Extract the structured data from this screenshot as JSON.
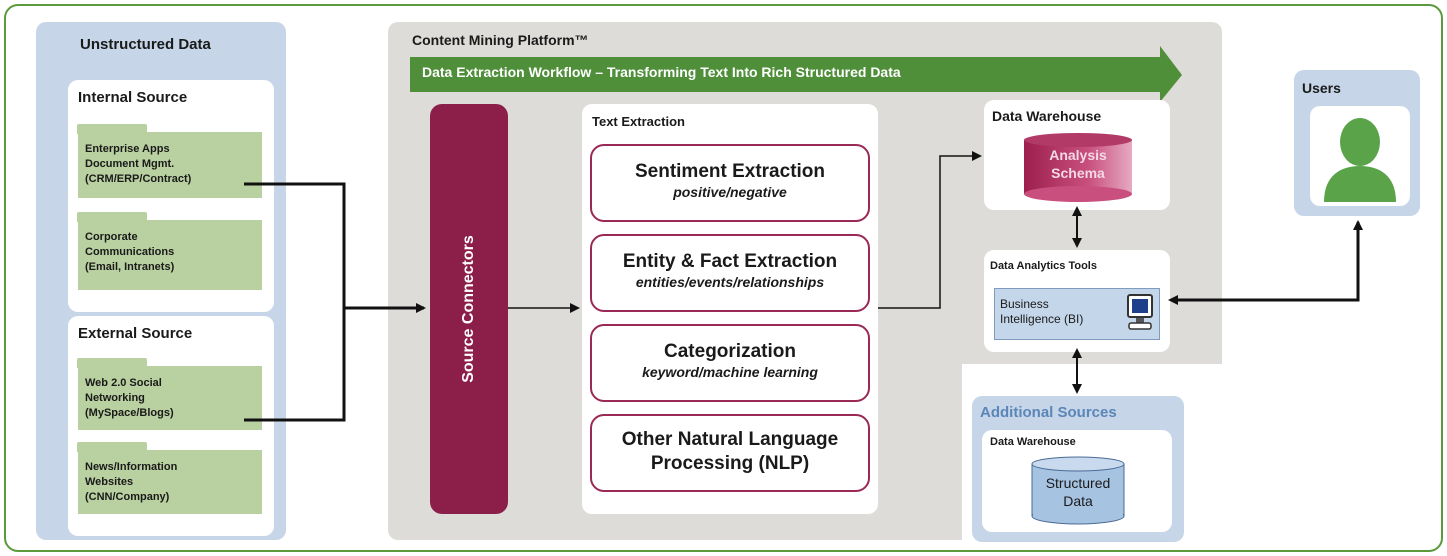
{
  "unstructured": {
    "title": "Unstructured Data",
    "internal": {
      "title": "Internal Source",
      "folders": [
        "Enterprise Apps\nDocument Mgmt.\n(CRM/ERP/Contract)",
        "Corporate\nCommunications\n(Email, Intranets)"
      ]
    },
    "external": {
      "title": "External Source",
      "folders": [
        "Web 2.0 Social\nNetworking\n(MySpace/Blogs)",
        "News/Information\nWebsites\n(CNN/Company)"
      ]
    }
  },
  "platform": {
    "title": "Content Mining Platform™",
    "workflow": "Data Extraction Workflow – Transforming Text Into Rich Structured Data",
    "connectors": "Source Connectors",
    "text_extraction": {
      "title": "Text Extraction",
      "items": [
        {
          "heading": "Sentiment Extraction",
          "sub": "positive/negative"
        },
        {
          "heading": "Entity & Fact Extraction",
          "sub": "entities/events/relationships"
        },
        {
          "heading": "Categorization",
          "sub": "keyword/machine learning"
        },
        {
          "heading": "Other Natural Language\nProcessing (NLP)",
          "sub": ""
        }
      ]
    },
    "warehouse": {
      "title": "Data Warehouse",
      "db_label": "Analysis\nSchema"
    },
    "analytics": {
      "title": "Data Analytics Tools",
      "bi": "Business\nIntelligence (BI)"
    }
  },
  "users": {
    "title": "Users"
  },
  "additional": {
    "title": "Additional Sources",
    "warehouse": "Data Warehouse",
    "db_label": "Structured\nData"
  },
  "colors": {
    "green": "#5a9a3c",
    "maroon": "#8c1f4a",
    "panel_blue": "#c6d6e8",
    "panel_gray": "#dddcd9"
  }
}
